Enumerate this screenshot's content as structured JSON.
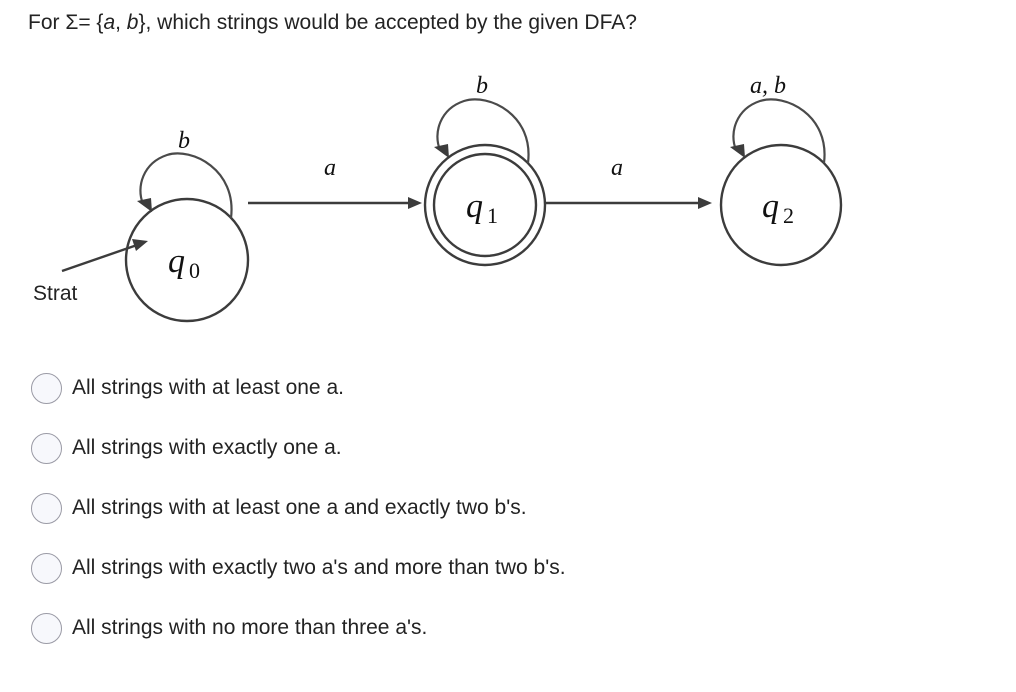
{
  "question": {
    "prefix": "For Σ= {",
    "symbol_a": "a",
    "comma": ", ",
    "symbol_b": "b",
    "suffix": "}, which strings would be accepted by the given DFA?",
    "full_text": "For Σ= {a, b}, which strings would be accepted by the given DFA?"
  },
  "diagram": {
    "type": "dfa-state-diagram",
    "start_label": "Strat",
    "alphabet": [
      "a",
      "b"
    ],
    "states": [
      {
        "id": "q0",
        "name": "q",
        "subscript": "0",
        "accepting": false,
        "start": true
      },
      {
        "id": "q1",
        "name": "q",
        "subscript": "1",
        "accepting": true,
        "start": false
      },
      {
        "id": "q2",
        "name": "q",
        "subscript": "2",
        "accepting": false,
        "start": false
      }
    ],
    "self_loops": [
      {
        "state": "q0",
        "label": "b"
      },
      {
        "state": "q1",
        "label": "b"
      },
      {
        "state": "q2",
        "label": "a, b"
      }
    ],
    "transitions": [
      {
        "from": "q0",
        "to": "q1",
        "label": "a"
      },
      {
        "from": "q1",
        "to": "q2",
        "label": "a"
      }
    ],
    "stroke_color": "#3c3c3c"
  },
  "options": [
    {
      "id": "option-1",
      "label": "All strings with at least one a.",
      "selected": false
    },
    {
      "id": "option-2",
      "label": "All strings with exactly one a.",
      "selected": false
    },
    {
      "id": "option-3",
      "label": "All strings with at least one a and exactly two b's.",
      "selected": false
    },
    {
      "id": "option-4",
      "label": "All strings with exactly two a's and more than two b's.",
      "selected": false
    },
    {
      "id": "option-5",
      "label": "All strings with no more than three a's.",
      "selected": false
    }
  ],
  "colors": {
    "background": "#ffffff",
    "text": "#232323",
    "radio_border": "#9a9aa5",
    "radio_fill": "#f7f8fc",
    "diagram_stroke": "#3c3c3c"
  }
}
